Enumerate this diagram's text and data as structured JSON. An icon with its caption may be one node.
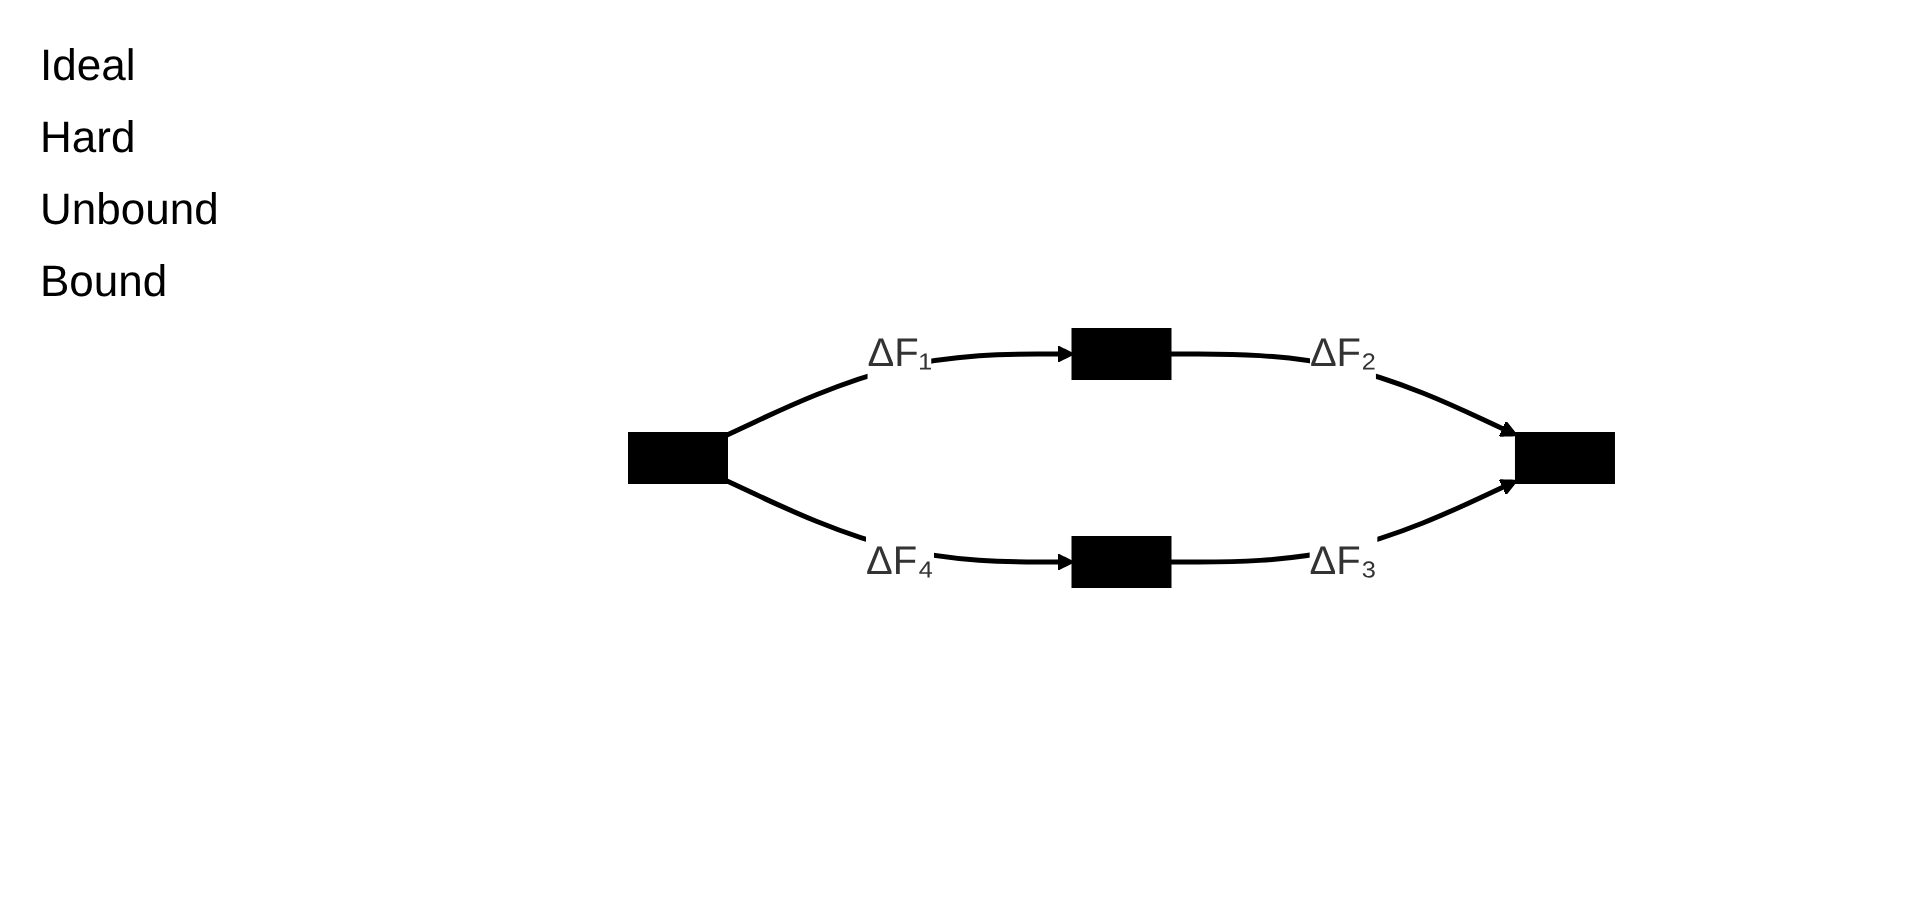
{
  "diagram": {
    "nodes": [
      {
        "text": [],
        "shape": "bar"
      },
      {
        "text": [],
        "shape": "bar"
      },
      {
        "text": [],
        "shape": "bar"
      },
      {
        "text": [],
        "shape": "bar"
      }
    ],
    "edges": [
      {
        "from": 0,
        "to": 1,
        "arrow": "to",
        "label": "ΔF₁"
      },
      {
        "from": 1,
        "to": 3,
        "arrow": "to",
        "label": "ΔF₂"
      },
      {
        "from": 2,
        "to": 3,
        "arrow": "to",
        "label": "ΔF₃"
      },
      {
        "from": 0,
        "to": 2,
        "arrow": "to",
        "label": "ΔF₄"
      }
    ],
    "labels": [
      "Ideal",
      "Hard",
      "Unbound",
      "Bound"
    ]
  }
}
